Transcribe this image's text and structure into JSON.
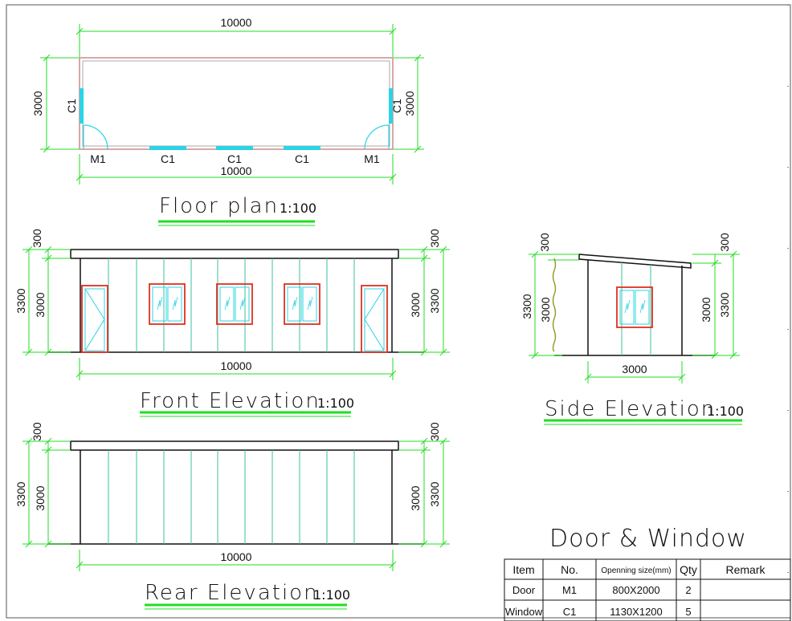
{
  "floor_plan": {
    "title": "Floor plan",
    "scale": "1:100",
    "dim_top": "10000",
    "dim_bottom": "10000",
    "dim_left": "3000",
    "dim_right": "3000",
    "labels": [
      "C1",
      "C1",
      "M1",
      "C1",
      "C1",
      "C1",
      "M1"
    ]
  },
  "front": {
    "title": "Front Elevation",
    "scale": "1:100",
    "dim_width": "10000",
    "dim_total": "3300",
    "dim_wall": "3000",
    "dim_roof": "300"
  },
  "rear": {
    "title": "Rear Elevation",
    "scale": "1:100",
    "dim_width": "10000",
    "dim_total": "3300",
    "dim_wall": "3000",
    "dim_roof": "300"
  },
  "side": {
    "title": "Side Elevation",
    "scale": "1:100",
    "dim_width": "3000",
    "dim_total": "3300",
    "dim_wall": "3000",
    "dim_roof": "300"
  },
  "schedule": {
    "title": "Door & Window",
    "headers": [
      "Item",
      "No.",
      "Openning size(mm)",
      "Qty",
      "Remark"
    ],
    "rows": [
      [
        "Door",
        "M1",
        "800X2000",
        "2",
        ""
      ],
      [
        "Window",
        "C1",
        "1130X1200",
        "5",
        ""
      ]
    ]
  },
  "colors": {
    "wall": "#111111",
    "window": "#2ad4e6",
    "frame": "#e03020",
    "dimension": "#22dd22",
    "panel": "#3fbf9f",
    "plan_wall": "#d8a8a8"
  }
}
